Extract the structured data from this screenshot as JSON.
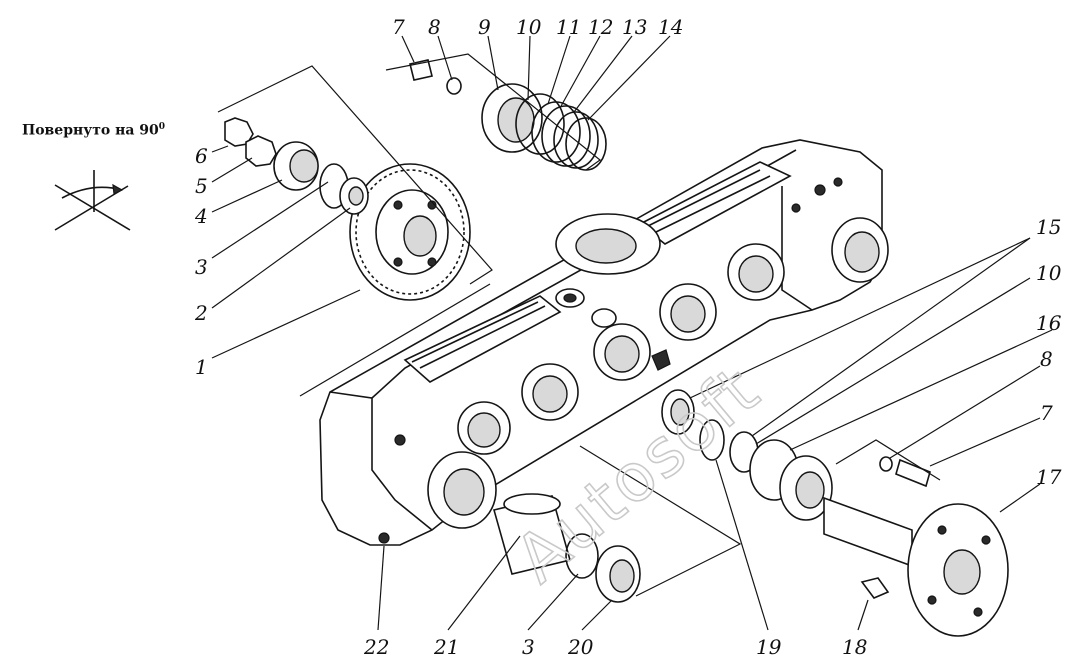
{
  "note": {
    "text": "Повернуто на 90",
    "degree": "0"
  },
  "watermark": "Autosoft",
  "callouts": [
    {
      "id": "c1",
      "label": "1"
    },
    {
      "id": "c2",
      "label": "2"
    },
    {
      "id": "c3a",
      "label": "3"
    },
    {
      "id": "c4",
      "label": "4"
    },
    {
      "id": "c5",
      "label": "5"
    },
    {
      "id": "c6",
      "label": "6"
    },
    {
      "id": "c7a",
      "label": "7"
    },
    {
      "id": "c8a",
      "label": "8"
    },
    {
      "id": "c9",
      "label": "9"
    },
    {
      "id": "c10a",
      "label": "10"
    },
    {
      "id": "c11",
      "label": "11"
    },
    {
      "id": "c12",
      "label": "12"
    },
    {
      "id": "c13",
      "label": "13"
    },
    {
      "id": "c14",
      "label": "14"
    },
    {
      "id": "c15",
      "label": "15"
    },
    {
      "id": "c10b",
      "label": "10"
    },
    {
      "id": "c16",
      "label": "16"
    },
    {
      "id": "c8b",
      "label": "8"
    },
    {
      "id": "c7b",
      "label": "7"
    },
    {
      "id": "c17",
      "label": "17"
    },
    {
      "id": "c22",
      "label": "22"
    },
    {
      "id": "c21",
      "label": "21"
    },
    {
      "id": "c3b",
      "label": "3"
    },
    {
      "id": "c20",
      "label": "20"
    },
    {
      "id": "c19",
      "label": "19"
    },
    {
      "id": "c18",
      "label": "18"
    }
  ]
}
